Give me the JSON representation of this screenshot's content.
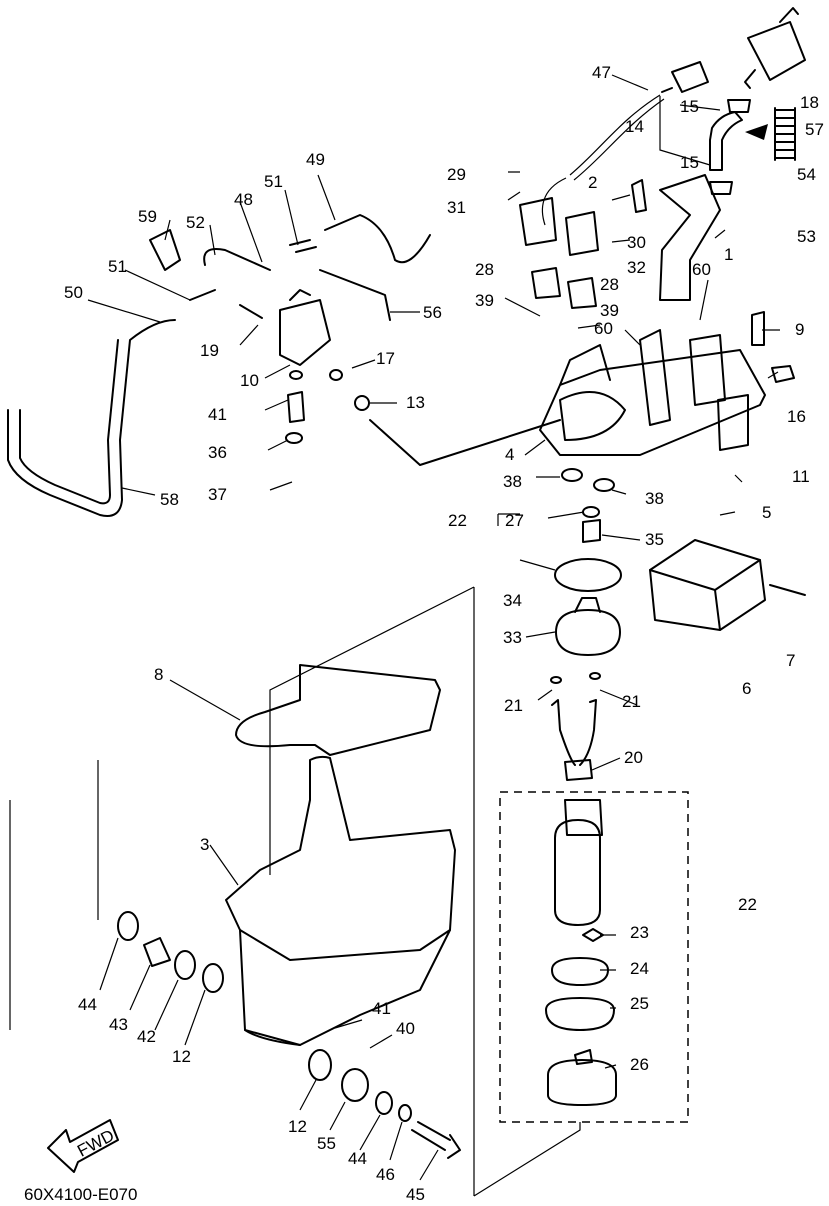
{
  "diagram_code": "60X4100-E070",
  "fwd_label": "FWD",
  "callouts": [
    "1",
    "2",
    "3",
    "4",
    "5",
    "6",
    "7",
    "8",
    "9",
    "10",
    "11",
    "12",
    "12",
    "13",
    "14",
    "15",
    "15",
    "16",
    "17",
    "18",
    "19",
    "20",
    "21",
    "21",
    "22",
    "22",
    "23",
    "24",
    "25",
    "26",
    "27",
    "28",
    "28",
    "29",
    "30",
    "31",
    "32",
    "33",
    "34",
    "35",
    "36",
    "37",
    "38",
    "38",
    "39",
    "39",
    "40",
    "41",
    "41",
    "42",
    "43",
    "44",
    "44",
    "45",
    "46",
    "47",
    "48",
    "49",
    "50",
    "51",
    "51",
    "52",
    "53",
    "54",
    "55",
    "56",
    "57",
    "58",
    "59",
    "60",
    "60"
  ]
}
